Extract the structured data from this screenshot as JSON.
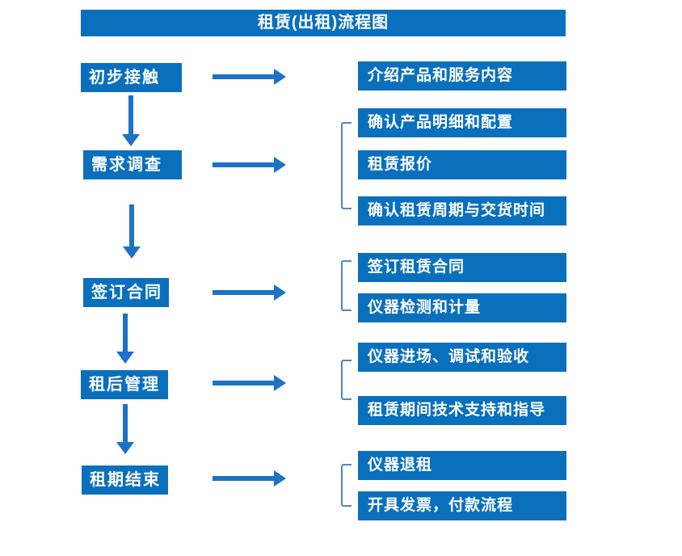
{
  "title": "租赁(出租)流程图",
  "colors": {
    "box_blue": "#0a70bd",
    "arrow_blue": "#1b72c6",
    "bracket_blue": "#4f86c6",
    "text_white": "#ffffff",
    "background": "#ffffff"
  },
  "flow": [
    {
      "step": "初步接触",
      "outputs": [
        "介绍产品和服务内容"
      ]
    },
    {
      "step": "需求调查",
      "outputs": [
        "确认产品明细和配置",
        "租赁报价",
        "确认租赁周期与交货时间"
      ]
    },
    {
      "step": "签订合同",
      "outputs": [
        "签订租赁合同",
        "仪器检测和计量"
      ]
    },
    {
      "step": "租后管理",
      "outputs": [
        "仪器进场、调试和验收",
        "租赁期间技术支持和指导"
      ]
    },
    {
      "step": "租期结束",
      "outputs": [
        "仪器退租",
        "开具发票，付款流程"
      ]
    }
  ]
}
